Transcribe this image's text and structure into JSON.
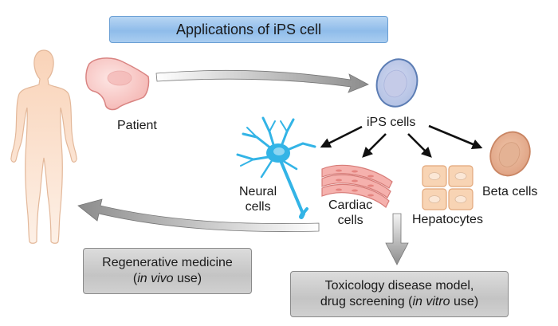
{
  "title": "Applications of iPS cell",
  "labels": {
    "patient": "Patient",
    "ips_cells": "iPS cells",
    "neural_line1": "Neural",
    "neural_line2": "cells",
    "cardiac_line1": "Cardiac",
    "cardiac_line2": "cells",
    "hepatocytes": "Hepatocytes",
    "beta_cells": "Beta cells"
  },
  "regenerative_box": {
    "line1": "Regenerative medicine",
    "line2_prefix": "(",
    "line2_italic": "in vivo",
    "line2_suffix": " use)"
  },
  "toxicology_box": {
    "line1": "Toxicology disease model,",
    "line2_prefix": "drug screening (",
    "line2_italic": "in vitro",
    "line2_suffix": " use)"
  },
  "colors": {
    "title_box": "#9fc7ee",
    "gray_box": "#cfcfcf",
    "body_skin": "#fbe0cc",
    "patient_cell": "#f5b9b7",
    "ips_cell": "#c2cde8",
    "neuron": "#33b4e6",
    "cardiac": "#f2a7a3",
    "hepatocyte": "#f8d2b0",
    "beta_cell": "#e3a989"
  }
}
